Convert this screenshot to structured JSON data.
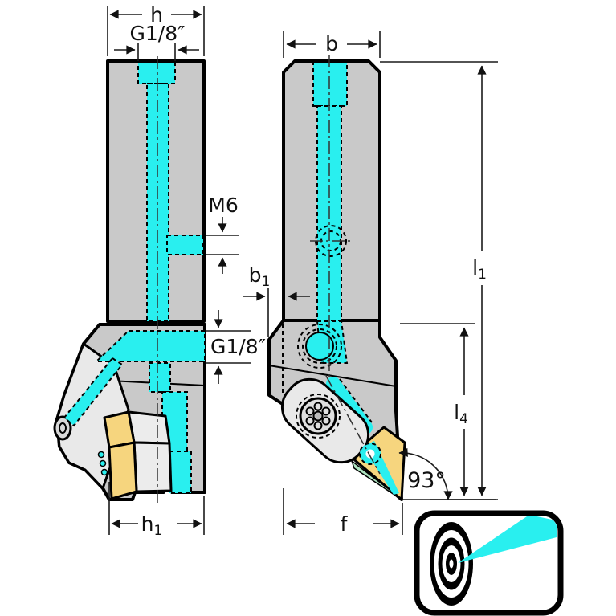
{
  "drawing": {
    "type": "technical-drawing",
    "subject": "turning-tool-holder-with-precision-coolant-two-views",
    "labels": {
      "h": "h",
      "g18_top": "G1/8″",
      "m6": "M6",
      "g18_side": "G1/8″",
      "h1_base": "h",
      "h1_sub": "1",
      "b": "b",
      "b1_base": "b",
      "b1_sub": "1",
      "l1_base": "l",
      "l1_sub": "1",
      "l4_base": "l",
      "l4_sub": "4",
      "f": "f",
      "angle": "93°"
    },
    "colors": {
      "coolant_cyan": "#29efef",
      "insert_yellow": "#f6d57e",
      "body_gray": "#c9c9c9",
      "clamp_light_gray": "#e9e9e9",
      "edge_green": "#aee3bf",
      "line_black": "#000000",
      "background": "#ffffff"
    },
    "logo": {
      "meaning": "precision-cooling-target-pictogram"
    }
  }
}
